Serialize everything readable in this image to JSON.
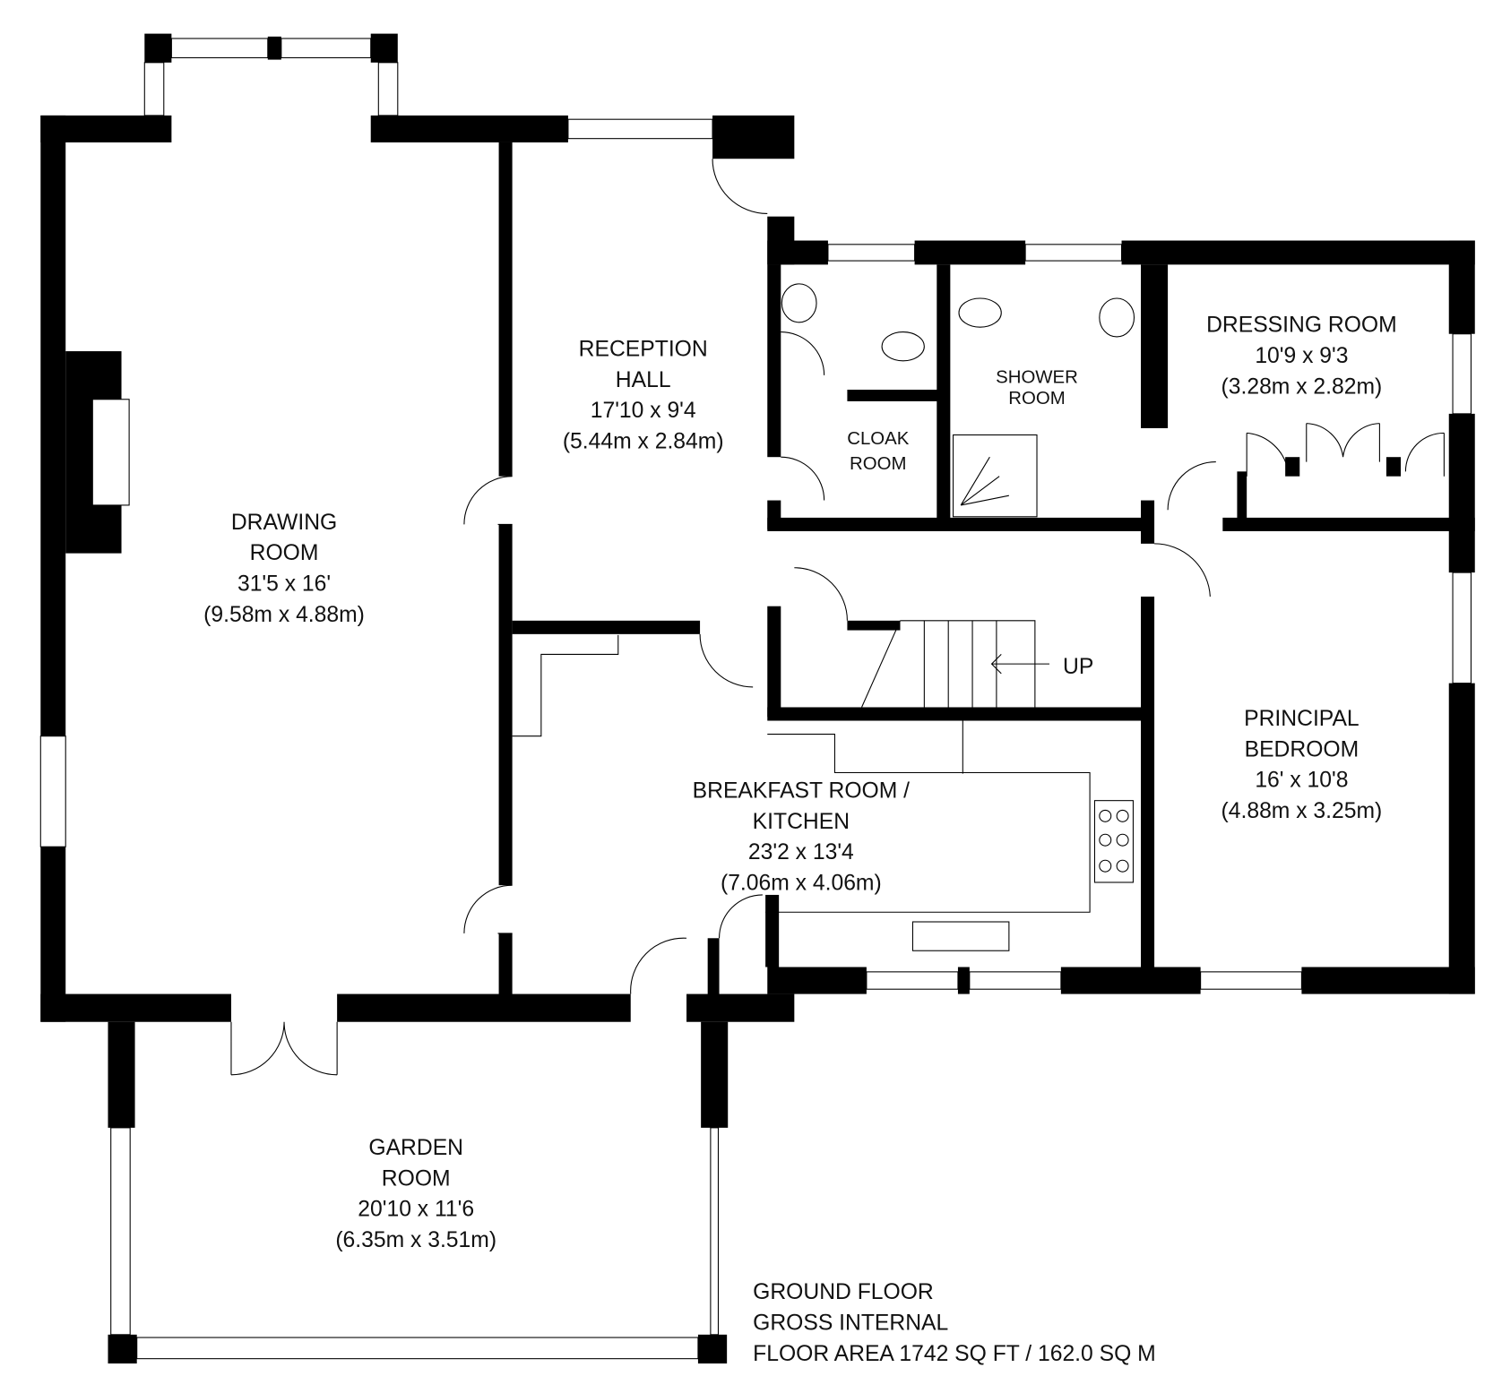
{
  "plan": {
    "floor": "GROUND FLOOR",
    "area_line1": "GROSS INTERNAL",
    "area_line2": "FLOOR AREA 1742 SQ FT / 162.0 SQ M",
    "stairs_label": "UP"
  },
  "rooms": {
    "drawing": {
      "name1": "DRAWING",
      "name2": "ROOM",
      "imperial": "31'5 x 16'",
      "metric": "(9.58m x 4.88m)"
    },
    "reception": {
      "name1": "RECEPTION",
      "name2": "HALL",
      "imperial": "17'10 x 9'4",
      "metric": "(5.44m x 2.84m)"
    },
    "cloak": {
      "name1": "CLOAK",
      "name2": "ROOM"
    },
    "shower": {
      "name1": "SHOWER",
      "name2": "ROOM"
    },
    "dressing": {
      "name1": "DRESSING ROOM",
      "imperial": "10'9 x 9'3",
      "metric": "(3.28m x 2.82m)"
    },
    "principal": {
      "name1": "PRINCIPAL",
      "name2": "BEDROOM",
      "imperial": "16' x 10'8",
      "metric": "(4.88m x 3.25m)"
    },
    "kitchen": {
      "name1": "BREAKFAST ROOM /",
      "name2": "KITCHEN",
      "imperial": "23'2 x 13'4",
      "metric": "(7.06m x 4.06m)"
    },
    "garden": {
      "name1": "GARDEN",
      "name2": "ROOM",
      "imperial": "20'10 x 11'6",
      "metric": "(6.35m x 3.51m)"
    }
  }
}
